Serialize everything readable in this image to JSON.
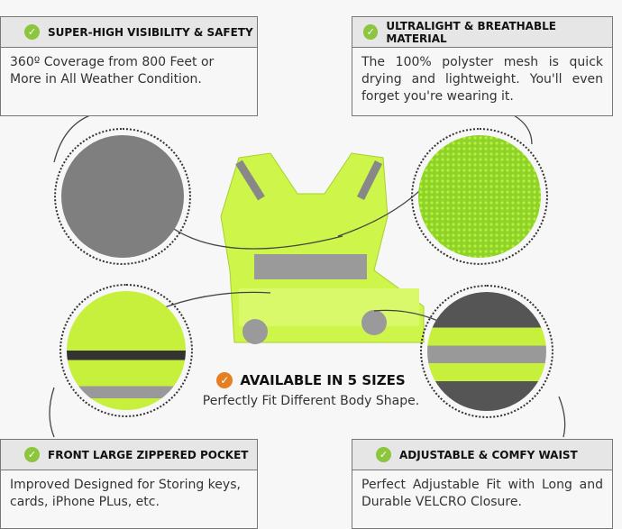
{
  "features": [
    {
      "title": "SUPER-HIGH VISIBILITY & SAFETY",
      "text": "360º Coverage from 800 Feet or More in All Weather Condition."
    },
    {
      "title": "ULTRALIGHT & BREATHABLE MATERIAL",
      "text": "The 100% polyster mesh is quick drying and lightweight. You'll even forget you're wearing it."
    },
    {
      "title": "FRONT LARGE ZIPPERED POCKET",
      "text": "Improved Designed for Storing keys, cards, iPhone PLus, etc."
    },
    {
      "title": "ADJUSTABLE & COMFY WAIST",
      "text": "Perfect Adjustable Fit with Long and Durable VELCRO Closure."
    }
  ],
  "center": {
    "title": "AVAILABLE IN 5 SIZES",
    "subtitle": "Perfectly Fit Different Body Shape."
  },
  "colors": {
    "accent_green": "#8cc63f",
    "accent_orange": "#e67e22",
    "vest": "#c8f53a",
    "reflective": "#9a9a9a"
  },
  "icons": {
    "feature": "check-circle-icon",
    "center": "check-circle-icon"
  }
}
